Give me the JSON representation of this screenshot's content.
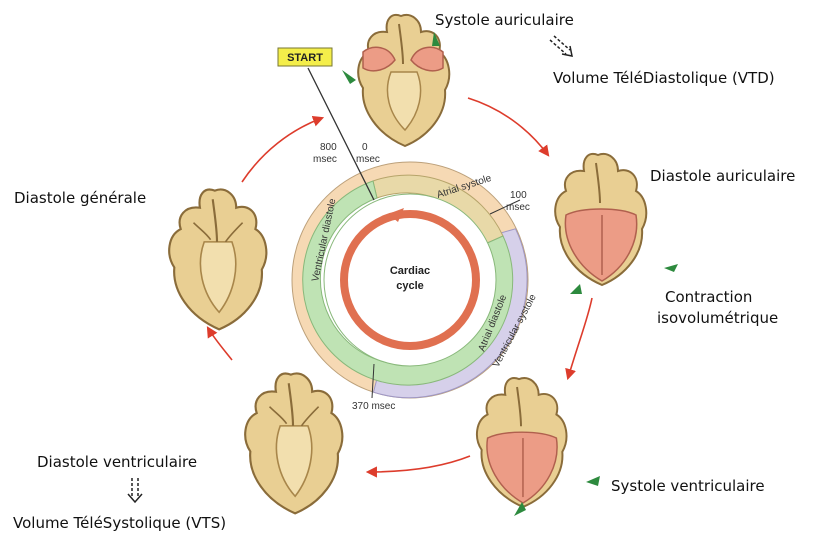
{
  "start": "START",
  "center": {
    "line1": "Cardiac",
    "line2": "cycle"
  },
  "times": {
    "t800": "800",
    "t800_unit": "msec",
    "t0": "0",
    "t0_unit": "msec",
    "t100": "100",
    "t100_unit": "msec",
    "t370": "370 msec"
  },
  "rings": {
    "atrial_systole": "Atrial systole",
    "ventricular_diastole": "Ventricular diastole",
    "atrial_diastole": "Atrial diastole",
    "ventricular_systole": "Ventricular systole"
  },
  "phases": {
    "systole_auriculaire": "Systole auriculaire",
    "vtd": "Volume TéléDiastolique (VTD)",
    "diastole_auriculaire": "Diastole auriculaire",
    "contraction_line1": "Contraction",
    "contraction_line2": "isovolumétrique",
    "systole_ventriculaire": "Systole ventriculaire",
    "diastole_ventriculaire": "Diastole ventriculaire",
    "vts": "Volume TéléSystolique (VTS)",
    "diastole_generale": "Diastole générale"
  },
  "colors": {
    "ring_atrial_systole": "#e8d9a8",
    "ring_ventricular_diastole": "#f6d9b4",
    "ring_atrial_diastole": "#bfe3b4",
    "ring_ventricular_systole": "#d6d0ea",
    "inner_circle": "#e07050",
    "cycle_arrow": "#dd3c2c",
    "heart_muscle": "#e9cf93",
    "heart_pink": "#ec9c86",
    "green_arrow": "#2d8a3e"
  }
}
